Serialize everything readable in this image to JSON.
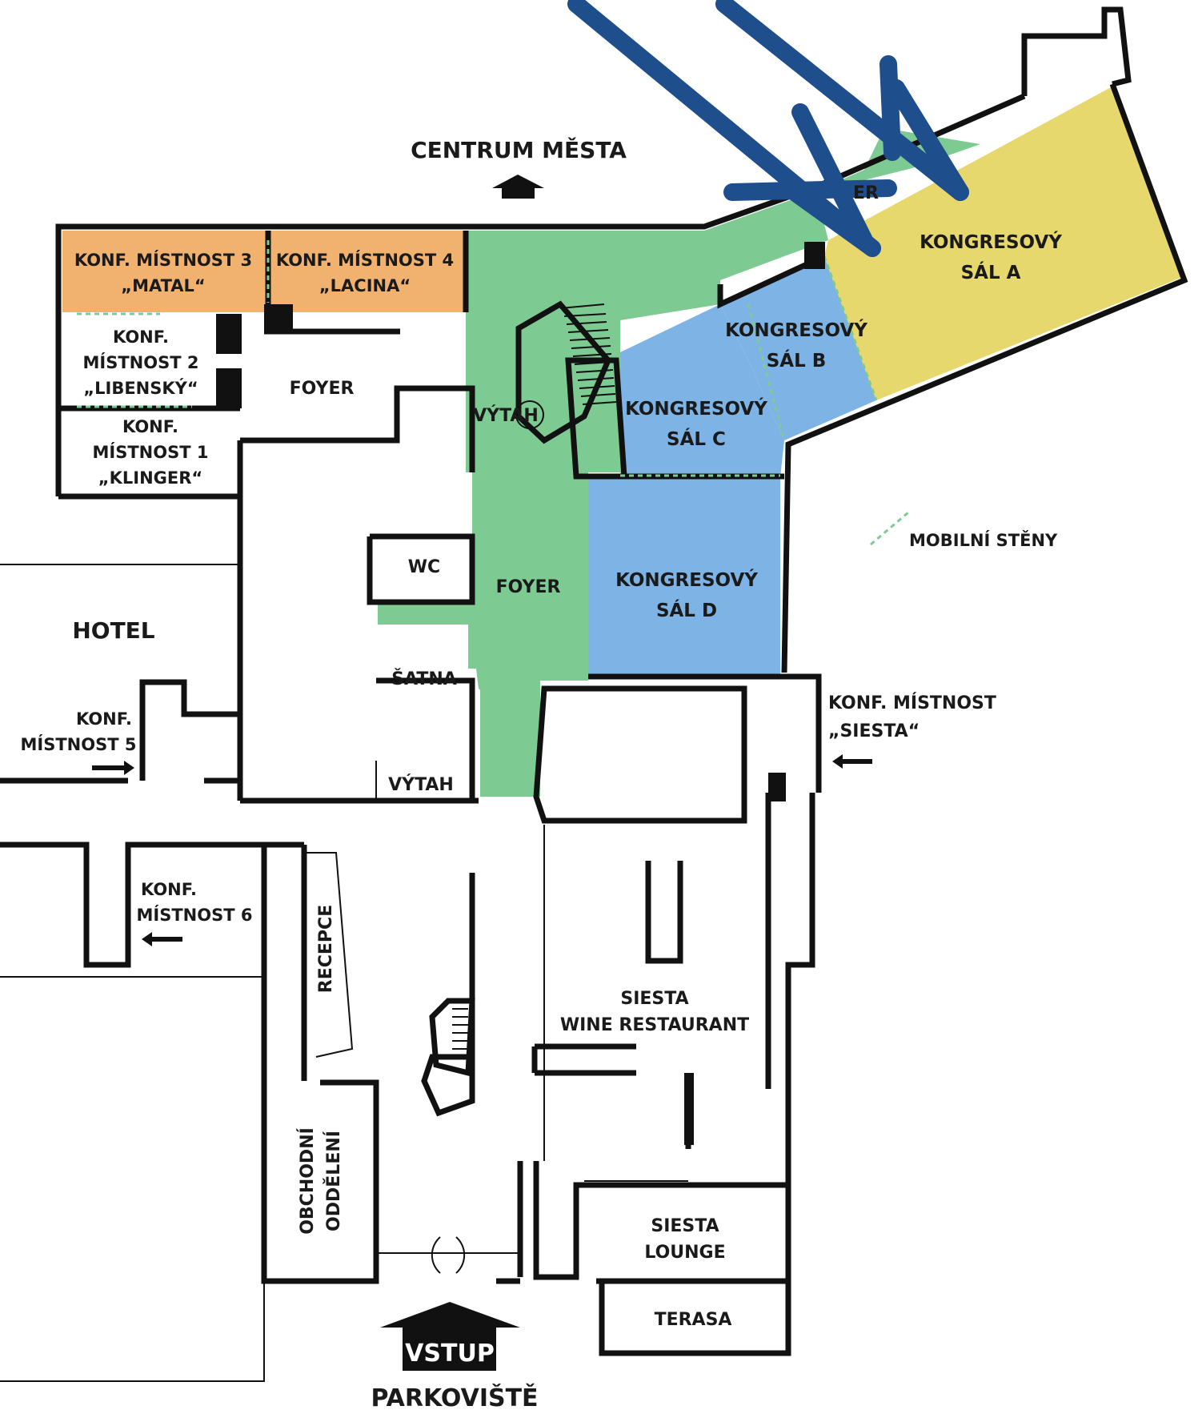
{
  "direction": {
    "north": "CENTRUM MĚSTA",
    "entrance": "VSTUP",
    "parking": "PARKOVIŠTĚ"
  },
  "rooms": {
    "konf3": {
      "line1": "KONF. MÍSTNOST 3",
      "line2": "„MATAL“"
    },
    "konf4": {
      "line1": "KONF. MÍSTNOST 4",
      "line2": "„LACINA“"
    },
    "konf2": {
      "line1": "KONF.",
      "line2": "MÍSTNOST 2",
      "line3": "„LIBENSKÝ“"
    },
    "konf1": {
      "line1": "KONF.",
      "line2": "MÍSTNOST 1",
      "line3": "„KLINGER“"
    },
    "foyer_left": "FOYER",
    "foyer_main": "FOYER",
    "foyer_top_fragment": "ER",
    "vytah_top": "VÝTAH",
    "vytah_bottom": "VÝTAH",
    "wc": "WC",
    "satna": "ŠATNA",
    "sal_a": {
      "line1": "KONGRESOVÝ",
      "line2": "SÁL A"
    },
    "sal_b": {
      "line1": "KONGRESOVÝ",
      "line2": "SÁL B"
    },
    "sal_c": {
      "line1": "KONGRESOVÝ",
      "line2": "SÁL C"
    },
    "sal_d": {
      "line1": "KONGRESOVÝ",
      "line2": "SÁL D"
    },
    "hotel": "HOTEL",
    "konf5": {
      "line1": "KONF.",
      "line2": "MÍSTNOST 5"
    },
    "konf6": {
      "line1": "KONF.",
      "line2": "MÍSTNOST 6"
    },
    "siesta": {
      "line1": "KONF. MÍSTNOST",
      "line2": "„SIESTA“"
    },
    "recepce": "RECEPCE",
    "obchodni": {
      "line1": "OBCHODNÍ",
      "line2": "ODDĚLENÍ"
    },
    "restaurant": {
      "line1": "SIESTA",
      "line2": "WINE RESTAURANT"
    },
    "lounge": {
      "line1": "SIESTA",
      "line2": "LOUNGE"
    },
    "terasa": "TERASA"
  },
  "legend": {
    "mobile_walls": "MOBILNÍ STĚNY"
  },
  "colors": {
    "orange_rooms": "#F2B26F",
    "green_foyer": "#7DCB93",
    "blue_halls": "#7DB3E5",
    "yellow_hall": "#E6D86C",
    "walls": "#111111",
    "mobile_wall_dash": "#7DCB93",
    "annotation_arrow": "#1F4E8C"
  },
  "icons": [
    "north-arrow-icon",
    "entrance-arrow-icon",
    "direction-arrow-icon",
    "elevator-icon",
    "stairs-icon",
    "revolving-door-icon"
  ]
}
